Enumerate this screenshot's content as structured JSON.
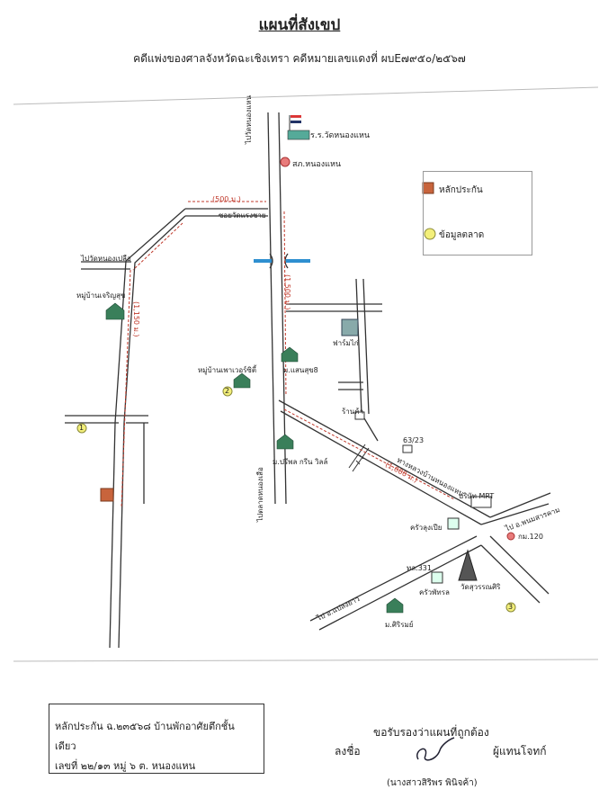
{
  "header": {
    "title": "แผนที่สังเขป",
    "subtitle": "คดีแพ่งของศาลจังหวัดฉะเชิงเทรา คดีหมายเลขแดงที่ ผบE๗๙๕๐/๒๕๖๗"
  },
  "legend": {
    "collateral": "หลักประกัน",
    "market": "ข้อมูลตลาด"
  },
  "map_labels": {
    "school": "ร.ร.วัดหนองแหน",
    "police": "สภ.หนองแหน",
    "wat_road": "ไปวัดหนองแหน",
    "dist_500": "(500 ม.)",
    "wat_lane": "ซอยวัดแรงชาย",
    "bridge_road": "ไปวัดหนองเปลือ",
    "dist_1500": "(1,500 ม.)",
    "village_1": "หมู่บ้านเจริญสุข",
    "dist_1150": "(1,150 ม.)",
    "farm": "ฟาร์มไก่",
    "saensuk": "ม.แสนสุข8",
    "power_village": "หมู่บ้านเพาเวอร์ซิตี้",
    "shop": "ร้านค้า",
    "house_63": "63/23",
    "dist_1000": "(1,000 ม.)",
    "main_road": "ทางหลวงบ้านหนองแหน",
    "preepon": "ม.ปรีพล กรีน วิลล์",
    "to_market": "ไปตลาดหนองเสือ",
    "mrt": "บริษัท MRT",
    "to_phanom": "ไป อ.พนมสารคาม",
    "km_marker": "กม.120",
    "kitchen_1": "ครัวลุงเปีย",
    "hl331": "ทล.331",
    "temple": "วัดสุวรรณศิริ",
    "kitchen_2": "ครัวพัทรล",
    "to_plaeng": "ไป อ.แปลงยาว",
    "siriram": "ม.ศิริรมย์",
    "m1": "1",
    "m2": "2",
    "m3": "3"
  },
  "footer": {
    "box_line1": "หลักประกัน ฉ.๒๓๕๖๘ บ้านพักอาศัยตึกชั้นเดียว",
    "box_line2": "เลขที่ ๒๒/๑๓ หมู่ ๖ ต. หนองแหน",
    "certify": "ขอรับรองว่าแผนที่ถูกต้อง",
    "sign_label": "ลงชื่อ",
    "signer_role": "ผู้แทนโจทก์",
    "signer_name": "(นางสาวสิริพร พินิจค้า)"
  },
  "colors": {
    "road": "#333333",
    "distance": "#c0392b",
    "river": "#2e8fd0",
    "collateral": "#c8643c",
    "market": "#f3ef7a",
    "house": "#3a7f5a"
  }
}
